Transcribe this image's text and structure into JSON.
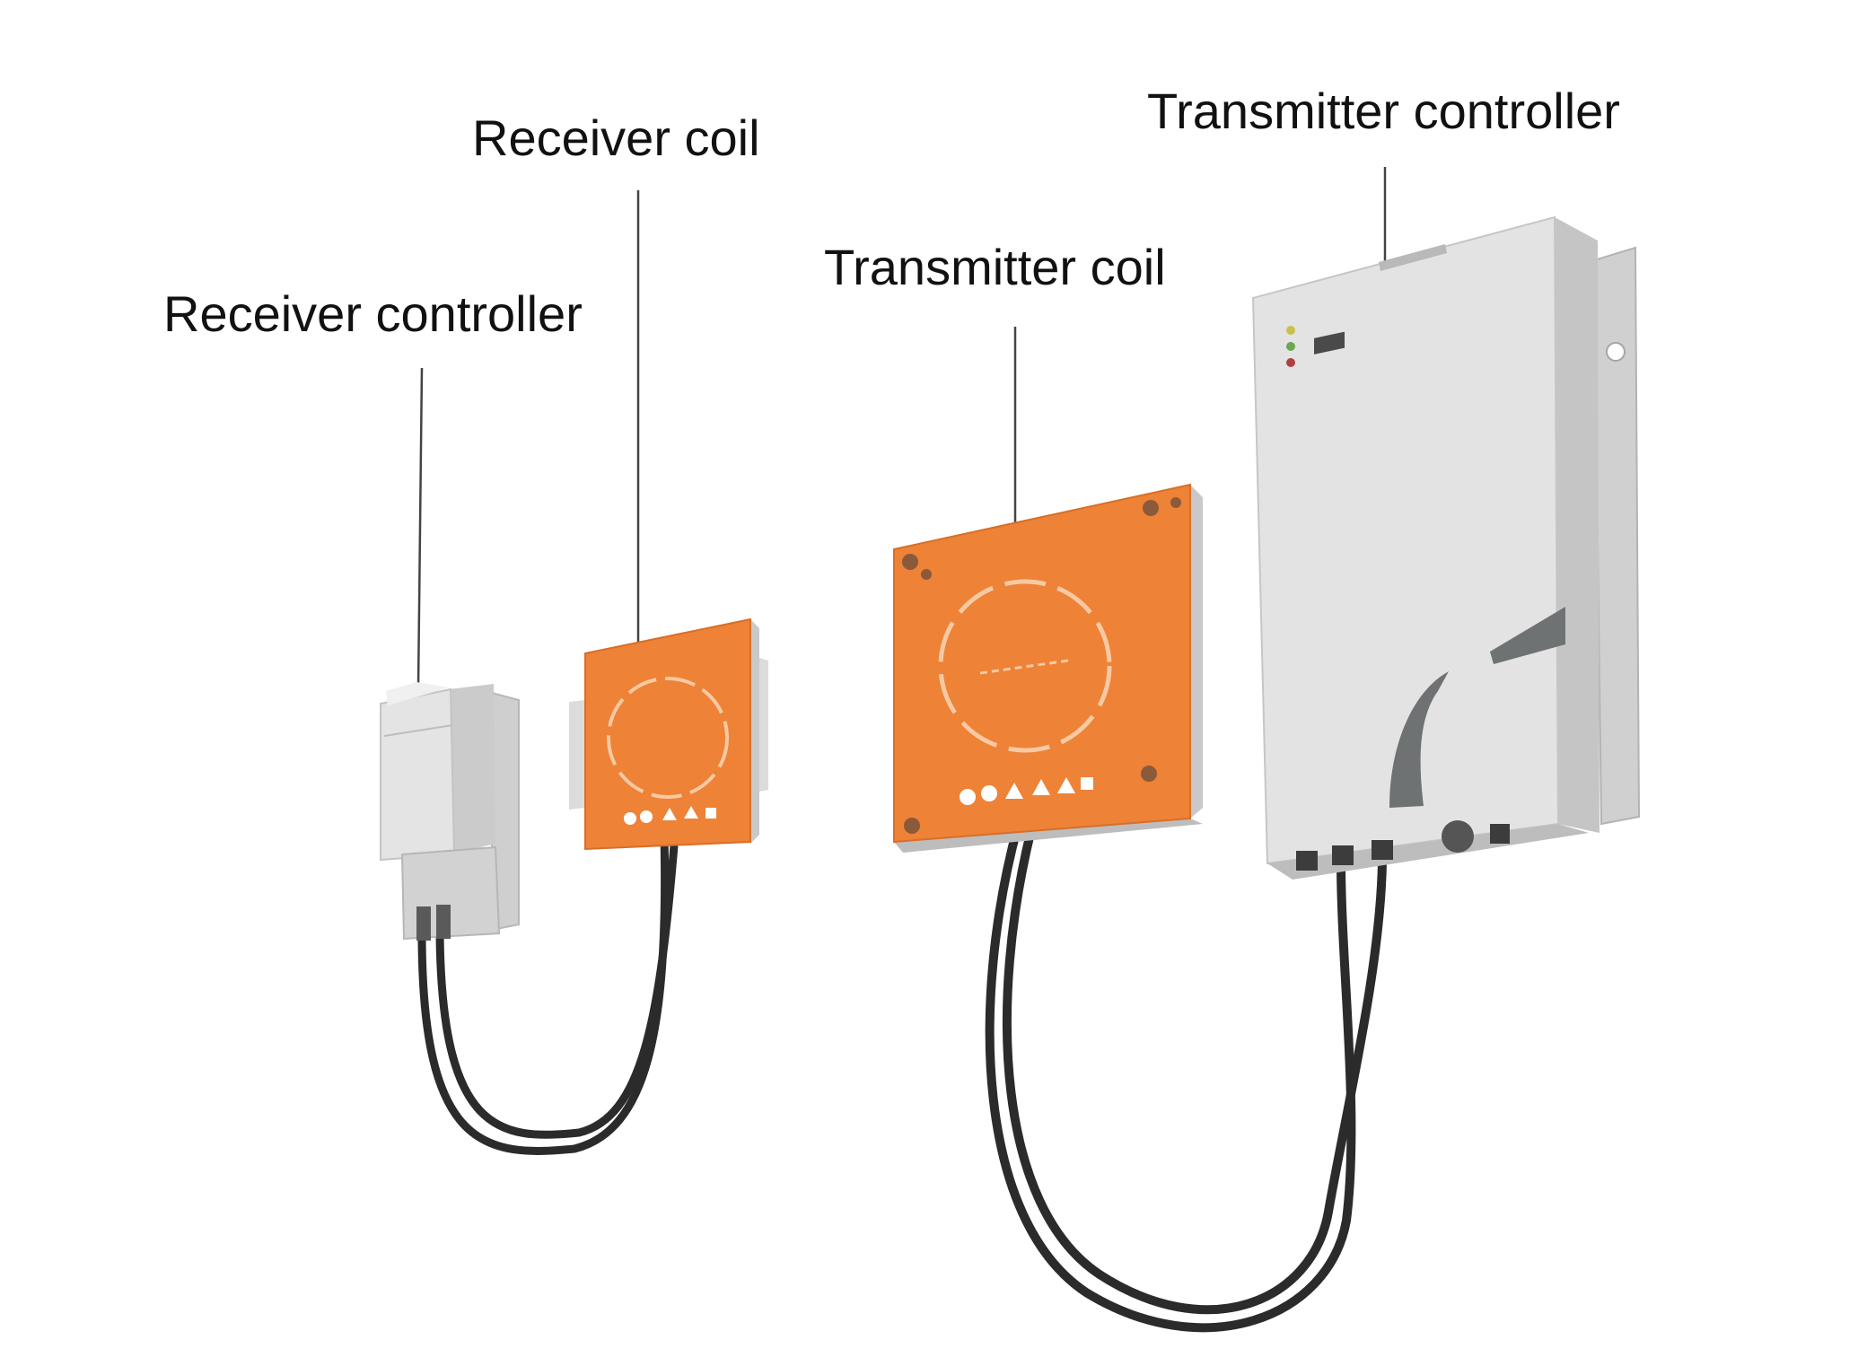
{
  "labels": {
    "receiver_controller": "Receiver controller",
    "receiver_coil": "Receiver coil",
    "transmitter_coil": "Transmitter coil",
    "transmitter_controller": "Transmitter controller"
  },
  "colors": {
    "coil_orange": "#ee8236",
    "housing_gray": "#e3e3e3",
    "cable": "#2b2b2b",
    "accent_dark_gray": "#6f7272",
    "leader_line": "#444444",
    "background": "#ffffff"
  },
  "icons": {
    "coil_marking": "circle-arc-pattern",
    "safety_symbols": "warning-icons-row",
    "status_leds": "led-indicator-icons"
  }
}
